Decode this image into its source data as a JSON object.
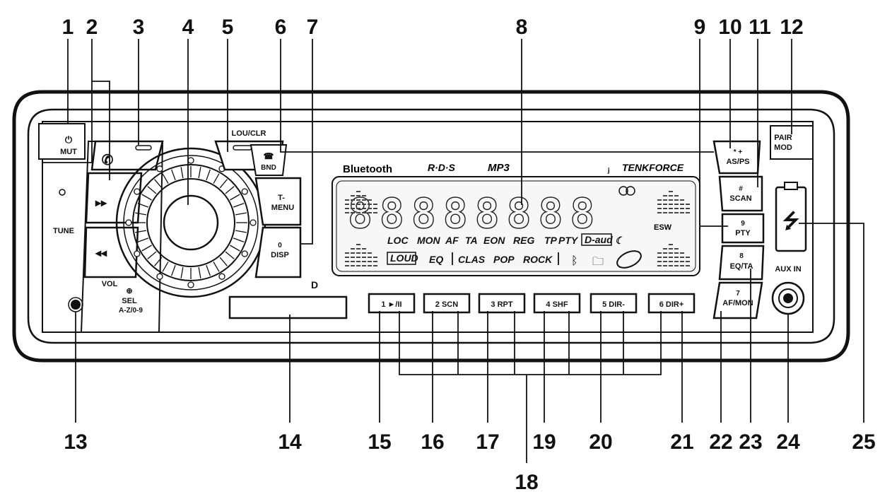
{
  "callouts": [
    "1",
    "2",
    "3",
    "4",
    "5",
    "6",
    "7",
    "8",
    "9",
    "10",
    "11",
    "12",
    "13",
    "14",
    "15",
    "16",
    "17",
    "18",
    "19",
    "20",
    "21",
    "22",
    "23",
    "24",
    "25"
  ],
  "buttons": {
    "mut": "MUT",
    "loud_clr": "LOU/CLR",
    "bnd": "BND",
    "t_menu_1": "T-",
    "t_menu_2": "MENU",
    "disp_num": "0",
    "disp": "DISP",
    "tune": "TUNE",
    "vol": "VOL",
    "sel": "SEL",
    "az": "A-Z/0-9",
    "as_ps_num": "* +",
    "as_ps": "AS/PS",
    "scan_num": "#",
    "scan": "SCAN",
    "pty_num": "9",
    "pty": "PTY",
    "eqta_num": "8",
    "eqta": "EQ/TA",
    "afmon_num": "7",
    "afmon": "AF/MON",
    "pair_1": "PAIR",
    "pair_2": "MOD",
    "aux_in": "AUX IN",
    "eject_mark": "D"
  },
  "presets": [
    "1 ►/II",
    "2 SCN",
    "3 RPT",
    "4 SHF",
    "5 DIR-",
    "6 DIR+"
  ],
  "brand": {
    "bluetooth": "Bluetooth",
    "rds": "R·D·S",
    "mp3": "MP3",
    "maker": "TENKFORCE"
  },
  "display": {
    "segments": "88888888",
    "esw": "ESW",
    "row1": [
      "LOC",
      "MON",
      "AF",
      "TA",
      "EON",
      "REG",
      "TP",
      "PTY"
    ],
    "daud": "D-aud",
    "loud": "LOUD",
    "eq": "EQ",
    "eq_modes": [
      "CLAS",
      "POP",
      "ROCK"
    ]
  },
  "colors": {
    "ink": "#111111",
    "paper": "#ffffff",
    "display_bg": "#f7f7f7"
  }
}
